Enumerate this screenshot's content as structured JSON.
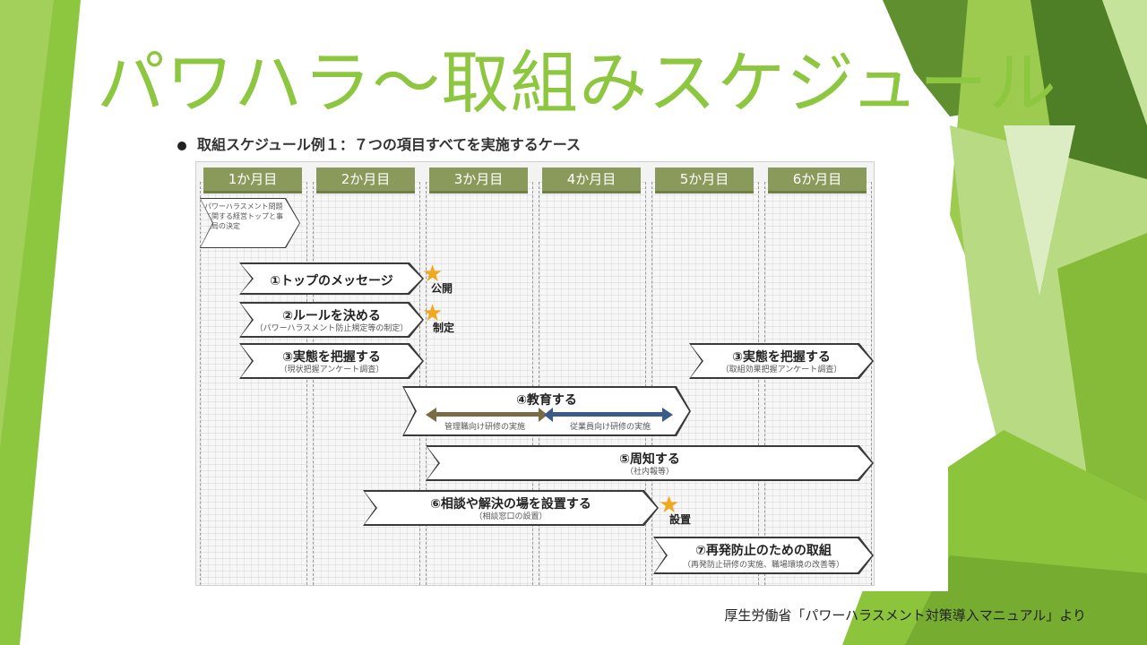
{
  "slide": {
    "title": "パワハラ～取組みスケジュール",
    "source": "厚生労働省「パワーハラスメント対策導入マニュアル」より"
  },
  "figure": {
    "subtitle": "取組スケジュール例１：７つの項目すべてを実施するケース",
    "months": [
      "1か月目",
      "2か月目",
      "3か月目",
      "4か月目",
      "5か月目",
      "6か月目"
    ],
    "note": "パワーハラスメント問題に関する経営トップと事務局の決定",
    "items": {
      "message": {
        "label": "①トップのメッセージ",
        "milestone": "公開"
      },
      "rules": {
        "label": "②ルールを決める",
        "sub": "（パワーハラスメント防止規定等の制定）",
        "milestone": "制定"
      },
      "survey1": {
        "label": "③実態を把握する",
        "sub": "（現状把握アンケート調査）"
      },
      "survey2": {
        "label": "③実態を把握する",
        "sub": "（取組効果把握アンケート調査）"
      },
      "education": {
        "label": "④教育する",
        "sub_left": "管理職向け研修の実施",
        "sub_right": "従業員向け研修の実施"
      },
      "publicize": {
        "label": "⑤周知する",
        "sub": "（社内報等）"
      },
      "consult": {
        "label": "⑥相談や解決の場を設置する",
        "sub": "（相談窓口の設置）",
        "milestone": "設置"
      },
      "prevent": {
        "label": "⑦再発防止のための取組",
        "sub": "（再発防止研修の実施、職場環境の改善等）"
      }
    }
  },
  "colors": {
    "title": "#8dc63f",
    "header": "#8a9a5b",
    "star": "#f0a81e",
    "arrow_left": "#7a6a45",
    "arrow_right": "#3a5a8a"
  }
}
